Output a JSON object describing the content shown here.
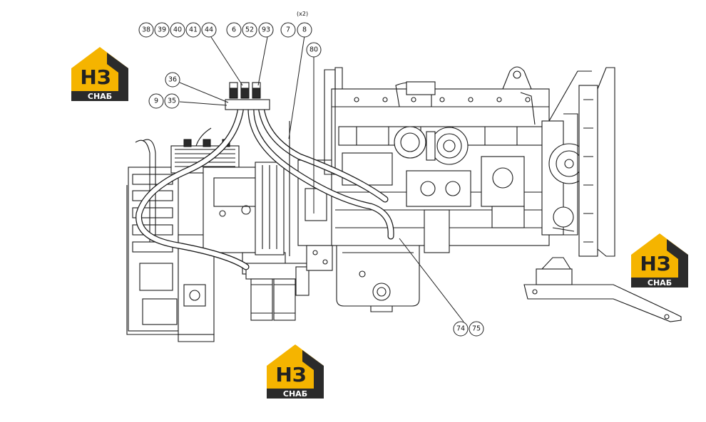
{
  "callouts": {
    "c38": "38",
    "c39": "39",
    "c40": "40",
    "c41": "41",
    "c44": "44",
    "c6": "6",
    "c52": "52",
    "c93": "93",
    "c7": "7",
    "c8": "8",
    "c80": "80",
    "c36": "36",
    "c9": "9",
    "c35": "35",
    "c74": "74",
    "c75": "75"
  },
  "quantity_note": "(x2)",
  "logo": {
    "letters": "НЗ",
    "caption": "СНАБ",
    "colors": {
      "accent": "#f5b400",
      "dark": "#2b2b2b",
      "text": "#ffffff"
    }
  }
}
